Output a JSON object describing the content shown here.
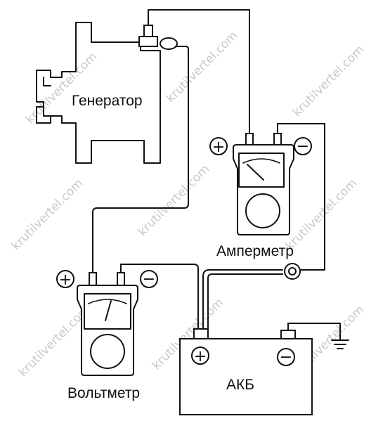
{
  "watermark": "krutilvertel.com",
  "labels": {
    "generator": "Генератор",
    "ammeter": "Амперметр",
    "voltmeter": "Вольтметр",
    "battery": "АКБ"
  },
  "symbols": {
    "plus": "+",
    "minus": "−"
  }
}
